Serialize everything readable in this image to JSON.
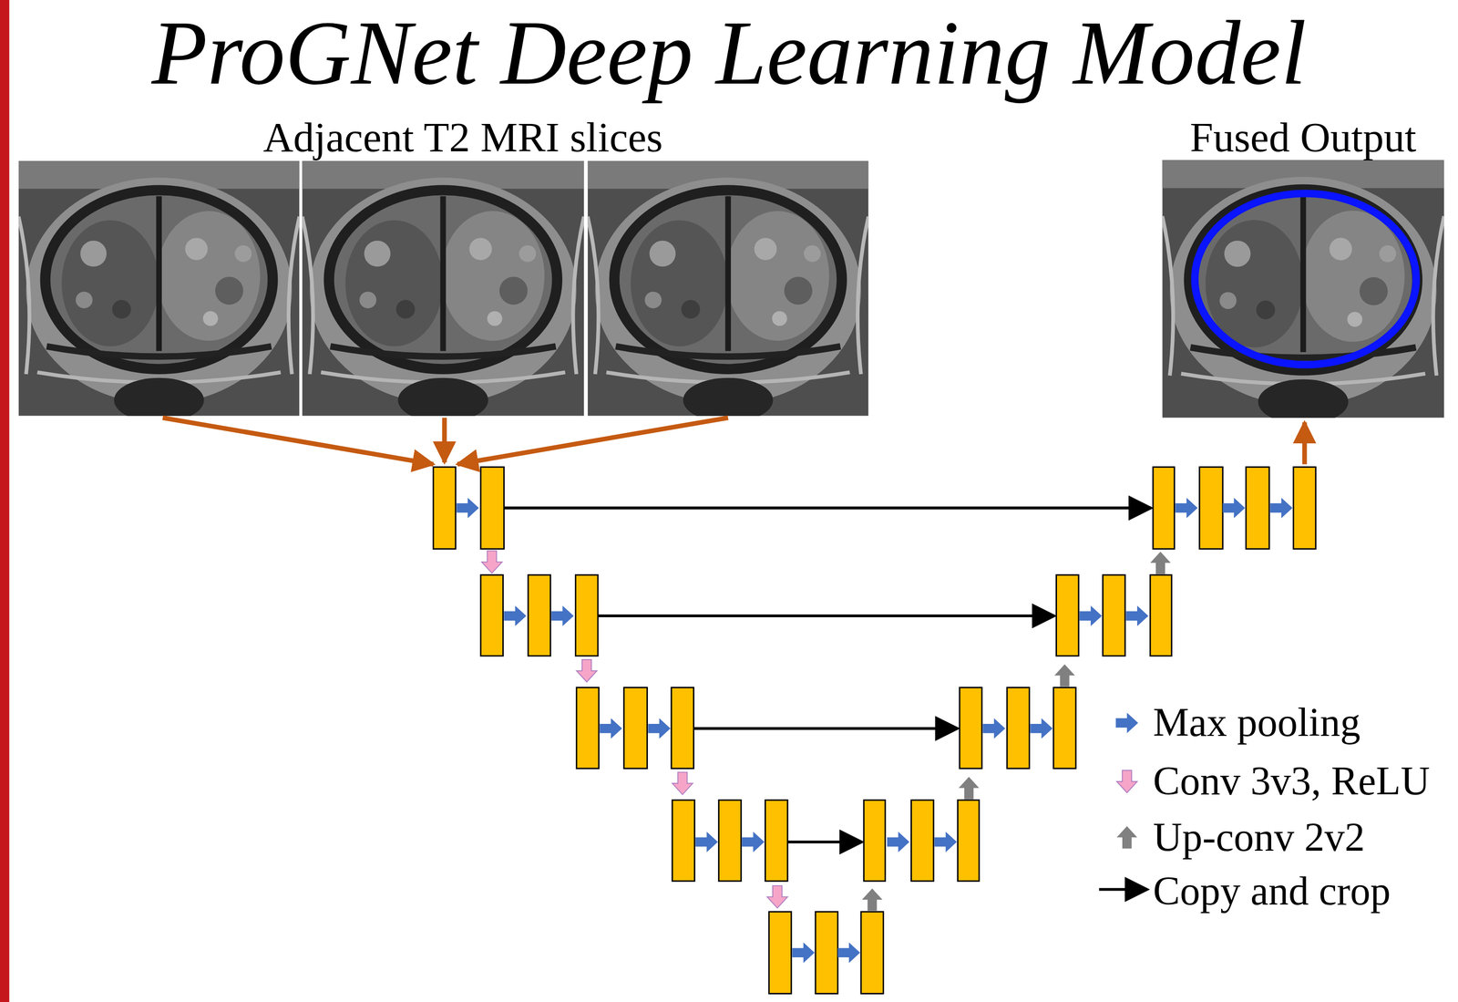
{
  "diagram": {
    "title": "ProGNet Deep Learning Model",
    "nodes": [
      {
        "text": [
          "Adjacent T2 MRI slices"
        ]
      },
      {
        "text": [
          "Fused Output"
        ]
      }
    ],
    "legend": [
      {
        "text": "Max pooling"
      },
      {
        "text": "Conv 3v3, ReLU"
      },
      {
        "text": "Up-conv 2v2"
      },
      {
        "text": "Copy and crop"
      }
    ]
  }
}
